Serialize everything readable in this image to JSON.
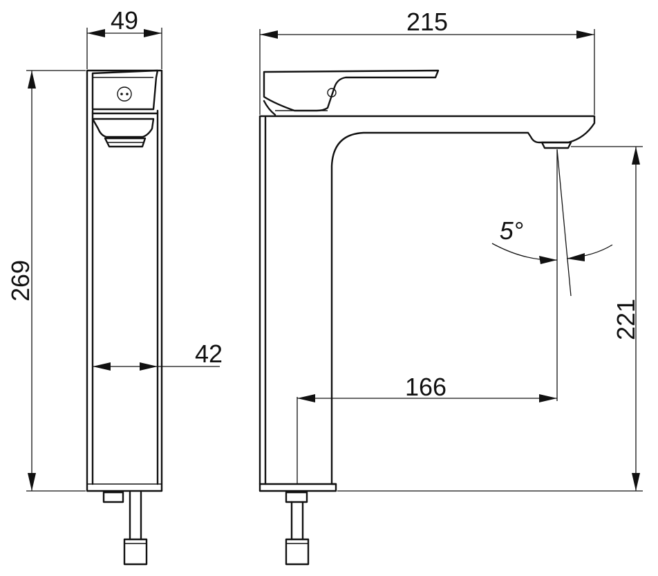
{
  "dimensions": {
    "side_width": "49",
    "side_height": "269",
    "inner_width": "42",
    "front_width": "215",
    "reach": "166",
    "spout_height": "221",
    "angle": "5°"
  }
}
